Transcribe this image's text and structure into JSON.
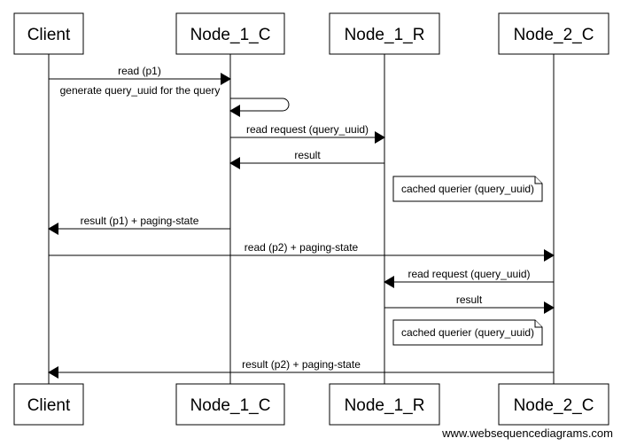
{
  "participants": [
    {
      "id": "client",
      "label": "Client"
    },
    {
      "id": "n1c",
      "label": "Node_1_C"
    },
    {
      "id": "n1r",
      "label": "Node_1_R"
    },
    {
      "id": "n2c",
      "label": "Node_2_C"
    }
  ],
  "messages": [
    {
      "from": "client",
      "to": "n1c",
      "label": "read (p1)"
    },
    {
      "from": "n1c",
      "to": "n1c",
      "label": "generate query_uuid for the query"
    },
    {
      "from": "n1c",
      "to": "n1r",
      "label": "read request (query_uuid)"
    },
    {
      "from": "n1r",
      "to": "n1c",
      "label": "result"
    },
    {
      "note": "n1r",
      "label": "cached querier (query_uuid)"
    },
    {
      "from": "n1c",
      "to": "client",
      "label": "result (p1) + paging-state"
    },
    {
      "from": "client",
      "to": "n2c",
      "label": "read (p2) + paging-state"
    },
    {
      "from": "n2c",
      "to": "n1r",
      "label": "read request (query_uuid)"
    },
    {
      "from": "n1r",
      "to": "n2c",
      "label": "result"
    },
    {
      "note": "n1r",
      "label": "cached querier (query_uuid)"
    },
    {
      "from": "n2c",
      "to": "client",
      "label": "result (p2) + paging-state"
    }
  ],
  "watermark": "www.websequencediagrams.com"
}
